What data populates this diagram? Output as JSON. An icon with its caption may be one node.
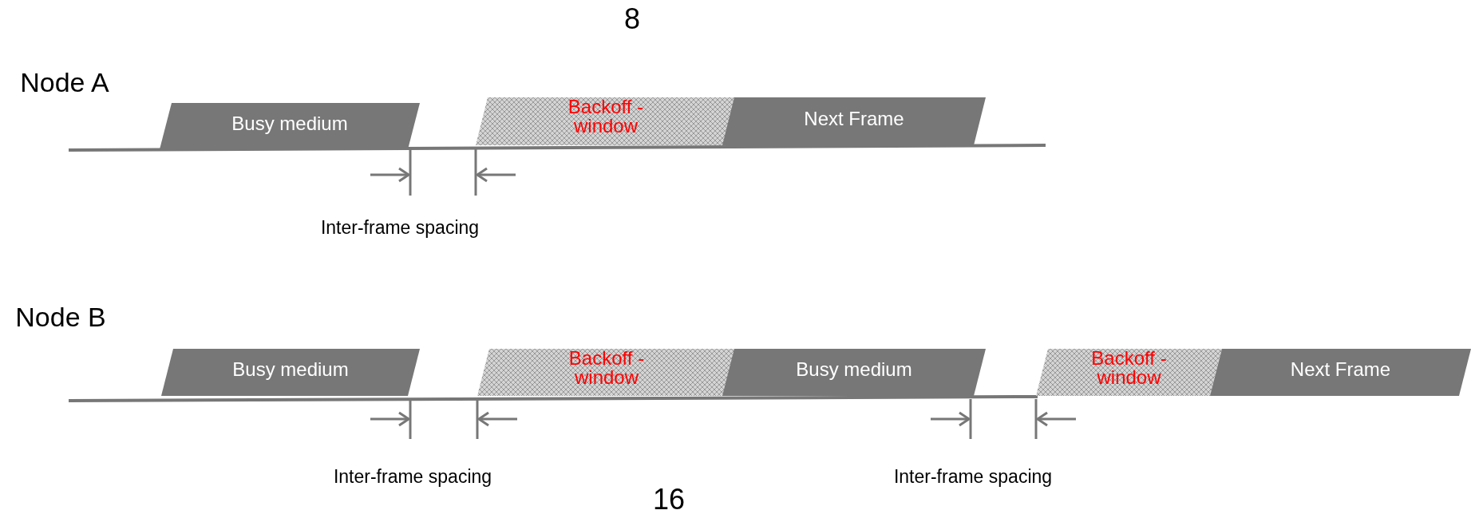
{
  "diagram": {
    "nodes": [
      {
        "text": [
          "Busy medium"
        ]
      },
      {
        "text": [
          "Backoff - window"
        ]
      },
      {
        "text": [
          "Next Frame"
        ]
      },
      {
        "text": [
          "Busy medium"
        ]
      },
      {
        "text": [
          "Backoff - window"
        ]
      },
      {
        "text": [
          "Busy medium"
        ]
      },
      {
        "text": [
          "Backoff - window"
        ]
      },
      {
        "text": [
          "Next Frame"
        ]
      }
    ],
    "labels": [
      "8",
      "Node A",
      "Inter-frame spacing",
      "Node B",
      "Inter-frame spacing",
      "Inter-frame spacing",
      "16"
    ]
  }
}
